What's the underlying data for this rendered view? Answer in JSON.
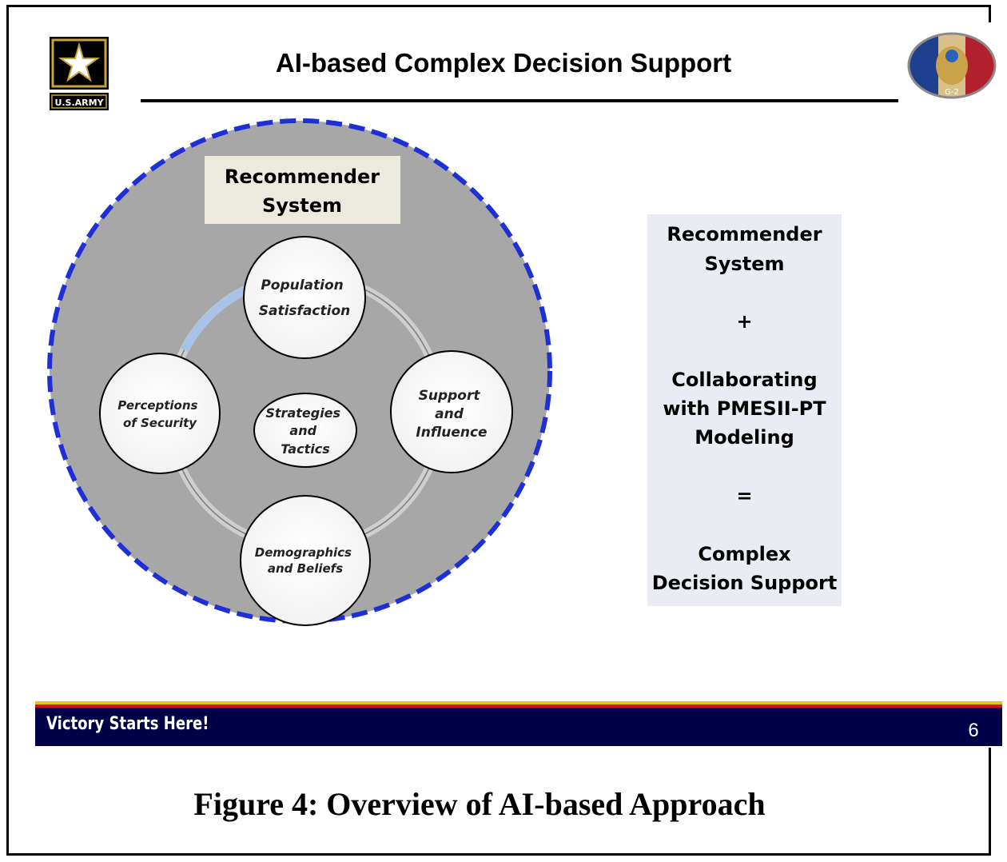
{
  "slide": {
    "title": "AI-based Complex Decision Support",
    "page_number": "6",
    "motto": "Victory Starts Here!"
  },
  "logos": {
    "army_text": "U.S.ARMY",
    "seal_text": "G-2"
  },
  "diagram": {
    "header_line1": "Recommender",
    "header_line2": "System",
    "center": [
      "Strategies",
      "and",
      "Tactics"
    ],
    "nodes": [
      {
        "lines": [
          "Population",
          "Satisfaction"
        ]
      },
      {
        "lines": [
          "Support",
          "and",
          "Influence"
        ]
      },
      {
        "lines": [
          "Demographics",
          "and Beliefs"
        ]
      },
      {
        "lines": [
          "Perceptions",
          "of Security"
        ]
      }
    ]
  },
  "equation": {
    "lines": [
      "Recommender",
      "System",
      "+",
      "Collaborating",
      "with PMESII-PT",
      "Modeling",
      "=",
      "Complex",
      "Decision Support"
    ]
  },
  "caption": "Figure 4: Overview of AI-based Approach",
  "colors": {
    "dash_ring": "#1f2fd6",
    "big_circle": "#a7a7a7",
    "navy_band": "#000046",
    "gold_band": "#f2c200",
    "red_band": "#c8102e",
    "equation_bg": "#e9ecf2"
  }
}
